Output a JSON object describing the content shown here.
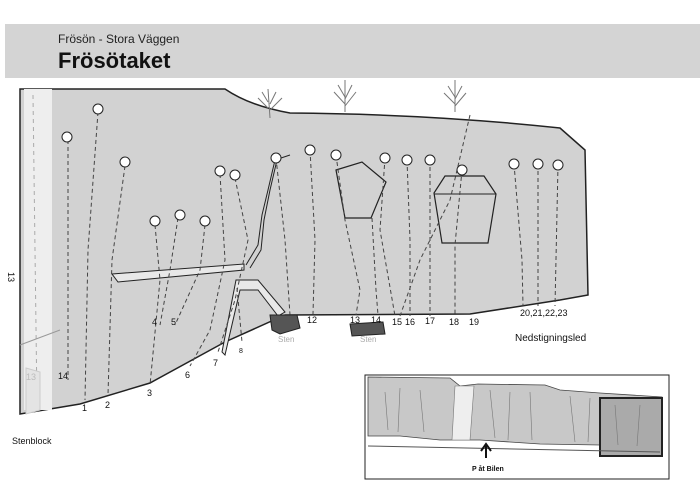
{
  "header": {
    "subtitle": "Frösön - Stora Väggen",
    "title": "Frösötaket"
  },
  "colors": {
    "header_bg": "#d4d4d4",
    "rock": "#d2d2d2",
    "line": "#222222",
    "boulder": "#555555",
    "boulder_label": "#aaaaaa"
  },
  "labels": {
    "side_number": "13",
    "descent": "Nedstigningsled",
    "boulder_field": "Stenblock",
    "boulder_1": "Sten",
    "boulder_2": "Sten",
    "faded_route": "13",
    "combined_routes": "20,21,22,23"
  },
  "routes": [
    {
      "id": "r14",
      "label": "14"
    },
    {
      "id": "r1",
      "label": "1"
    },
    {
      "id": "r2",
      "label": "2"
    },
    {
      "id": "r3",
      "label": "3"
    },
    {
      "id": "r4",
      "label": "4"
    },
    {
      "id": "r5",
      "label": "5"
    },
    {
      "id": "r6",
      "label": "6"
    },
    {
      "id": "r7",
      "label": "7"
    },
    {
      "id": "r8",
      "label": "8"
    },
    {
      "id": "r12",
      "label": "12"
    },
    {
      "id": "r13",
      "label": "13"
    },
    {
      "id": "r14b",
      "label": "14"
    },
    {
      "id": "r15",
      "label": "15"
    },
    {
      "id": "r16",
      "label": "16"
    },
    {
      "id": "r17",
      "label": "17"
    },
    {
      "id": "r18",
      "label": "18"
    },
    {
      "id": "r19",
      "label": "19"
    }
  ],
  "overview": {
    "label": "P åt Bilen"
  }
}
